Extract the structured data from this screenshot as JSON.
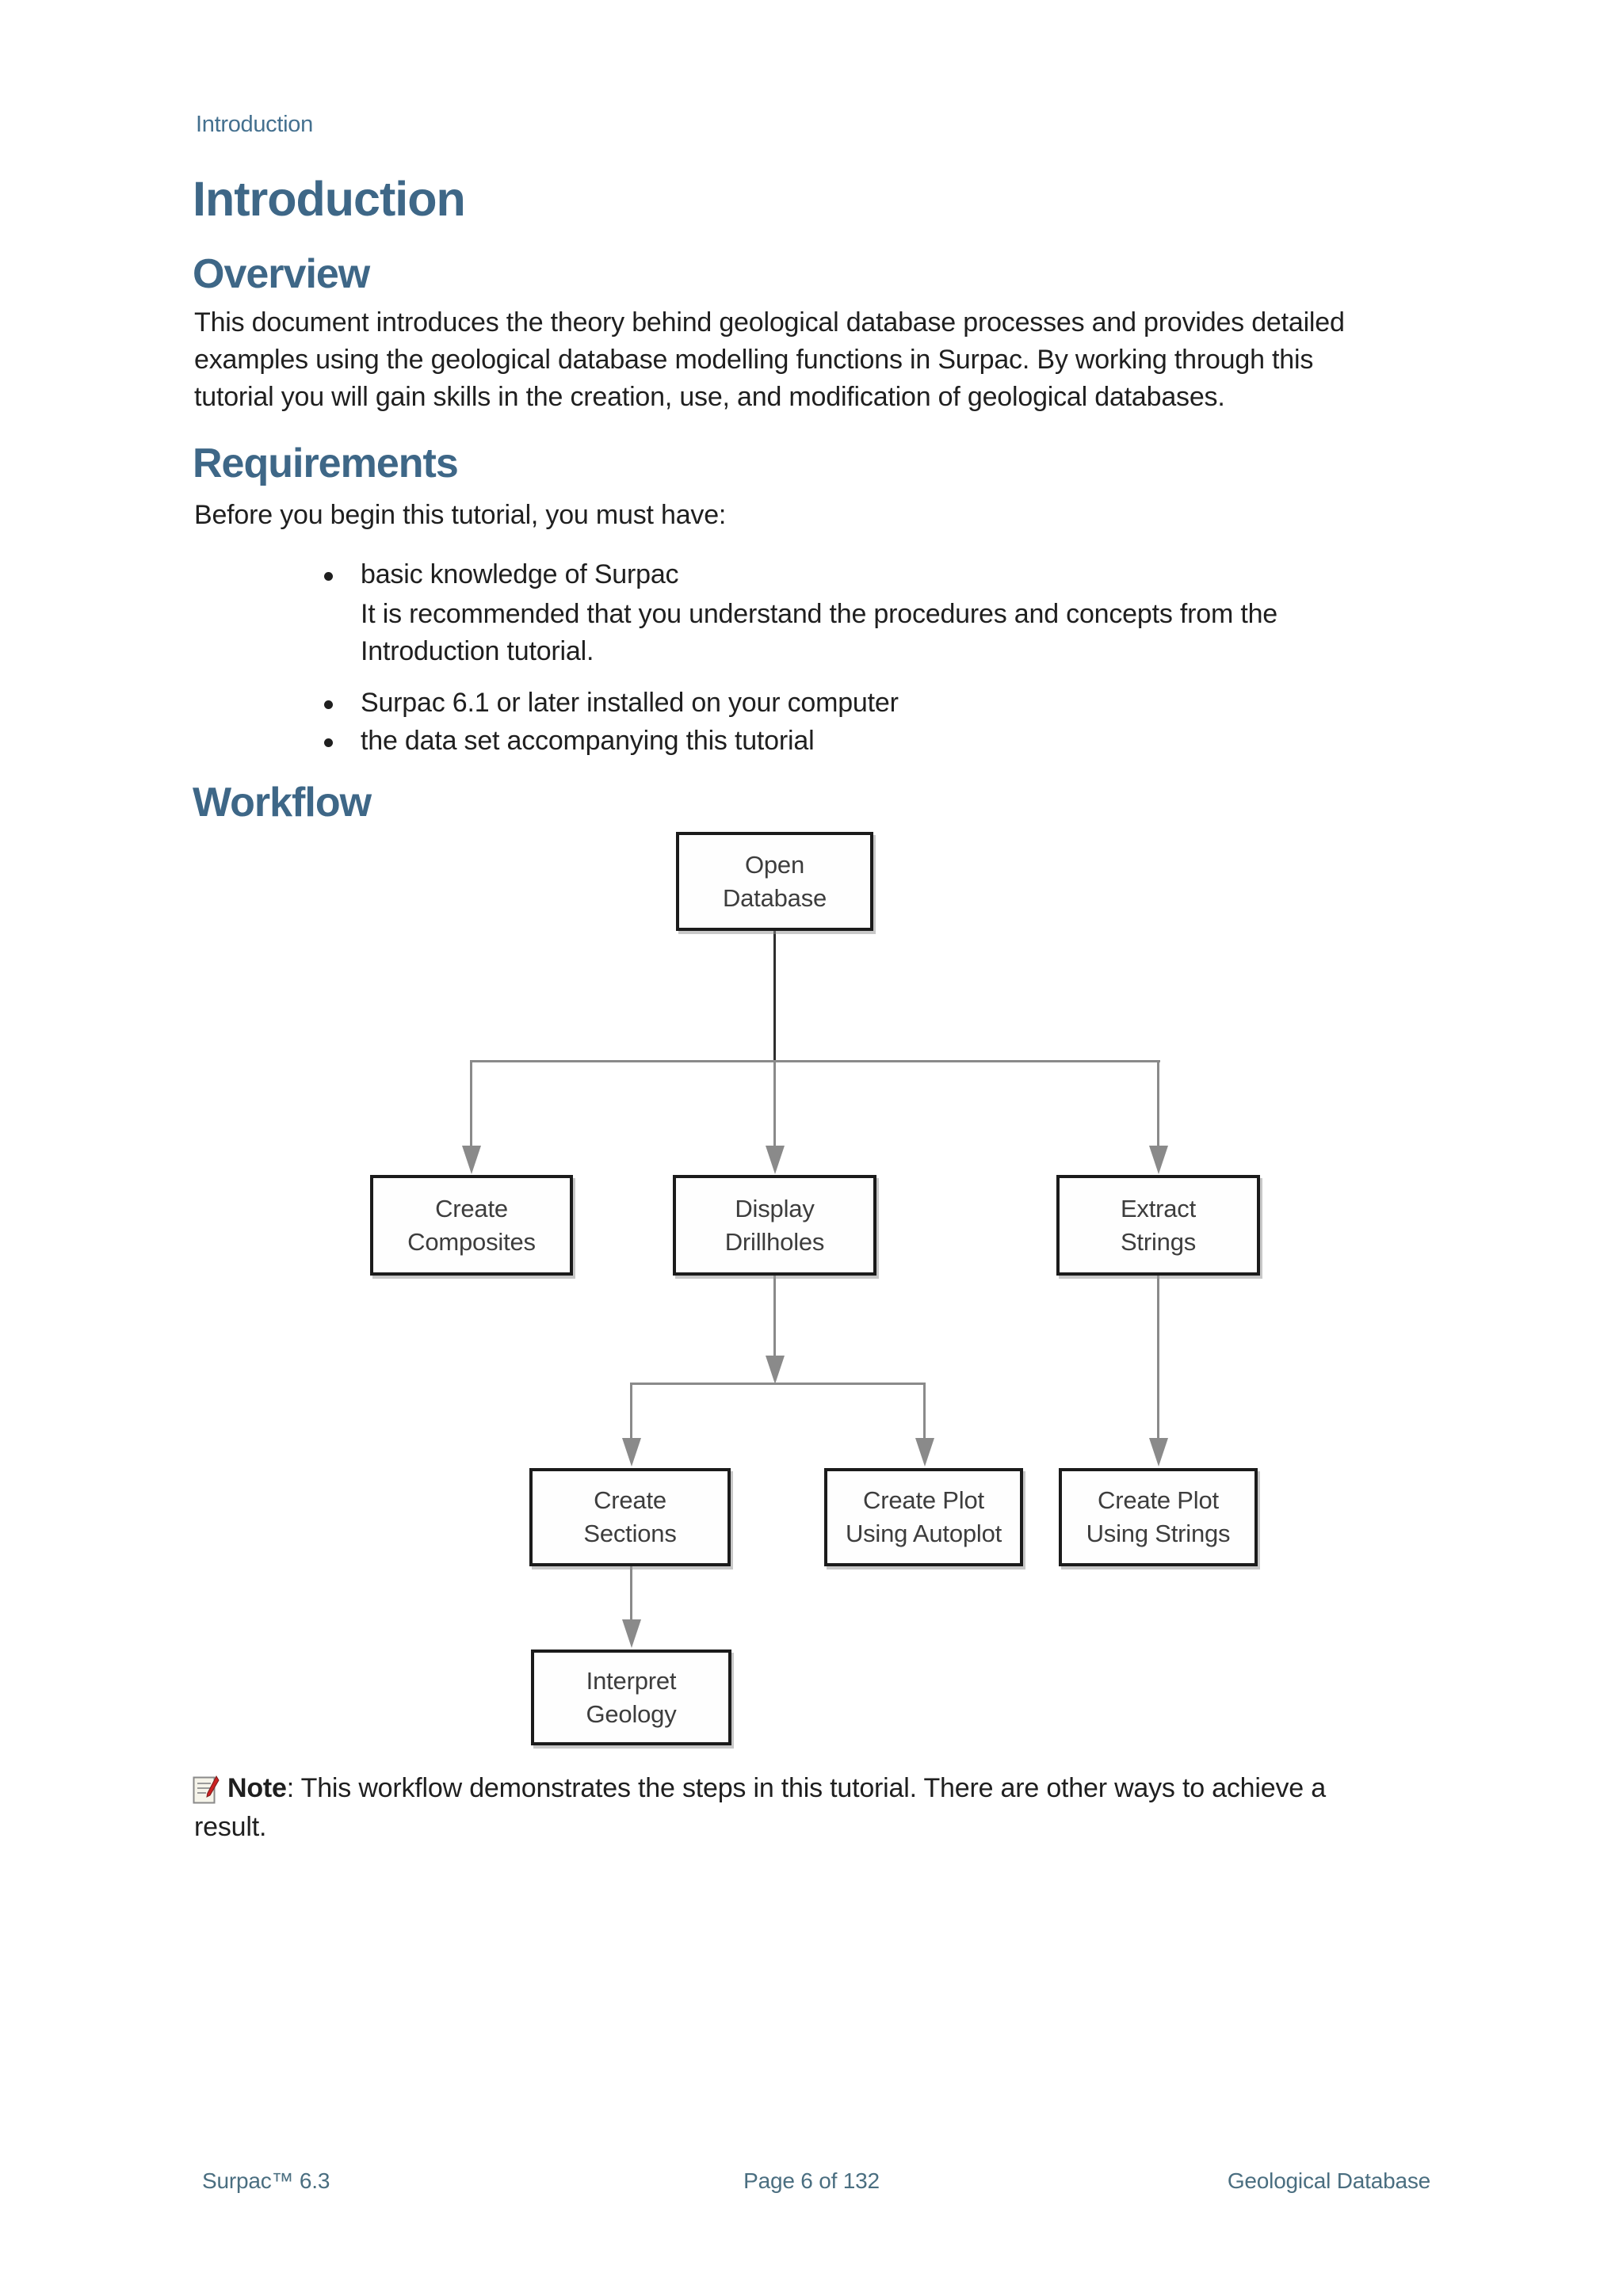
{
  "page": {
    "running_header": "Introduction",
    "title": "Introduction",
    "footer": {
      "left": "Surpac™ 6.3",
      "center": "Page 6 of 132",
      "right": "Geological Database"
    }
  },
  "overview": {
    "heading": "Overview",
    "lines": [
      "This document introduces the theory behind geological database processes and provides detailed",
      "examples using the geological database modelling functions in Surpac. By working through this",
      "tutorial you will gain skills in the creation, use, and modification of geological databases."
    ]
  },
  "requirements": {
    "heading": "Requirements",
    "lead": "Before you begin this tutorial, you must have:",
    "bullets": [
      {
        "lines": [
          "basic knowledge of Surpac",
          "It is recommended that you understand the procedures and concepts from the",
          "Introduction tutorial."
        ]
      },
      {
        "lines": [
          "Surpac 6.1 or later installed on your computer"
        ]
      },
      {
        "lines": [
          "the data set accompanying this tutorial"
        ]
      }
    ]
  },
  "workflow": {
    "heading": "Workflow",
    "nodes": [
      {
        "id": "open-database",
        "lines": [
          "Open",
          "Database"
        ]
      },
      {
        "id": "create-composites",
        "lines": [
          "Create",
          "Composites"
        ]
      },
      {
        "id": "display-drillholes",
        "lines": [
          "Display",
          "Drillholes"
        ]
      },
      {
        "id": "extract-strings",
        "lines": [
          "Extract",
          "Strings"
        ]
      },
      {
        "id": "create-sections",
        "lines": [
          "Create",
          "Sections"
        ]
      },
      {
        "id": "create-plot-autoplot",
        "lines": [
          "Create Plot",
          "Using Autoplot"
        ]
      },
      {
        "id": "create-plot-strings",
        "lines": [
          "Create Plot",
          "Using Strings"
        ]
      },
      {
        "id": "interpret-geology",
        "lines": [
          "Interpret",
          "Geology"
        ]
      }
    ]
  },
  "note": {
    "label": "Note",
    "line1_rest": ": This workflow demonstrates the steps in this tutorial. There are other ways to achieve a",
    "line2": "result."
  },
  "colors": {
    "heading_blue": "#3e6787",
    "body_text": "#1f1f1f",
    "footer_blue_gray": "#4a6e80",
    "connector_gray": "#8a8a8a",
    "box_border": "#1b1b1b",
    "note_pencil_red": "#cc2222"
  }
}
